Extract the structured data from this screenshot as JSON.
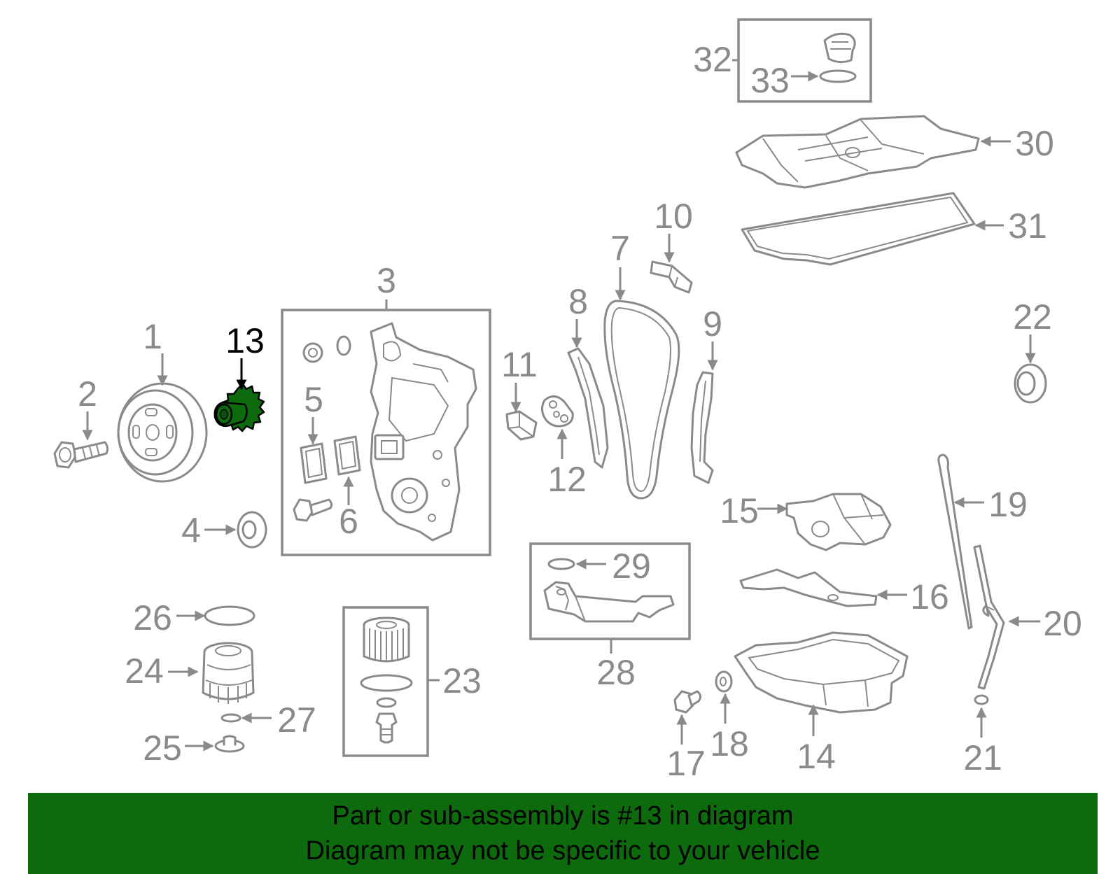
{
  "diagram": {
    "highlighted_part": "13",
    "labels": {
      "p1": "1",
      "p2": "2",
      "p3": "3",
      "p4": "4",
      "p5": "5",
      "p6": "6",
      "p7": "7",
      "p8": "8",
      "p9": "9",
      "p10": "10",
      "p11": "11",
      "p12": "12",
      "p13": "13",
      "p14": "14",
      "p15": "15",
      "p16": "16",
      "p17": "17",
      "p18": "18",
      "p19": "19",
      "p20": "20",
      "p21": "21",
      "p22": "22",
      "p23": "23",
      "p24": "24",
      "p25": "25",
      "p26": "26",
      "p27": "27",
      "p28": "28",
      "p29": "29",
      "p30": "30",
      "p31": "31",
      "p32": "32",
      "p33": "33"
    },
    "colors": {
      "line": "#8a8a8a",
      "highlight_fill": "#0d6b0d",
      "highlight_label": "#000000",
      "banner": "#0d6b0d"
    }
  },
  "banner": {
    "line1": "Part or sub-assembly is #13 in diagram",
    "line2": "Diagram may not be specific to your vehicle"
  }
}
